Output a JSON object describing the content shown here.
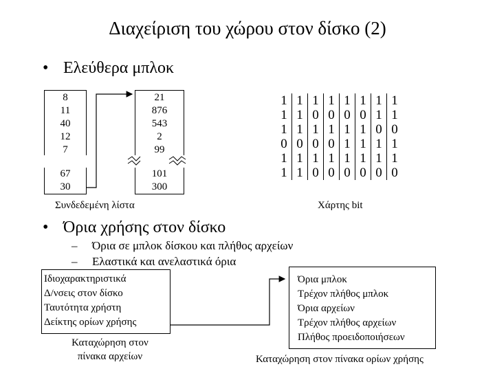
{
  "title": "Διαχείριση του χώρου στον δίσκο (2)",
  "bullets": {
    "free_blocks": "Ελεύθερα μπλοκ",
    "quotas": "Όρια χρήσης στον δίσκο"
  },
  "linked_list": {
    "block_a": [
      "8",
      "11",
      "40",
      "12",
      "7"
    ],
    "block_a_tail": [
      "67",
      "30"
    ],
    "block_b": [
      "21",
      "876",
      "543",
      "2",
      "99"
    ],
    "block_b_tail": [
      "101",
      "300"
    ],
    "caption": "Συνδεδεμένη λίστα"
  },
  "bitmap": {
    "rows": [
      [
        "1",
        "1",
        "1",
        "1",
        "1",
        "1",
        "1",
        "1"
      ],
      [
        "1",
        "1",
        "0",
        "0",
        "0",
        "0",
        "1",
        "1"
      ],
      [
        "1",
        "1",
        "1",
        "1",
        "1",
        "1",
        "0",
        "0"
      ],
      [
        "0",
        "0",
        "0",
        "0",
        "1",
        "1",
        "1",
        "1"
      ],
      [
        "1",
        "1",
        "1",
        "1",
        "1",
        "1",
        "1",
        "1"
      ],
      [
        "1",
        "1",
        "0",
        "0",
        "0",
        "0",
        "0",
        "0"
      ]
    ],
    "caption": "Χάρτης bit"
  },
  "sub_bullets": [
    "Όρια σε μπλοκ δίσκου και πλήθος αρχείων",
    "Ελαστικά και ανελαστικά όρια"
  ],
  "file_table_entry": {
    "fields": [
      "Ιδιοχαρακτηριστικά",
      "Δ/νσεις στον δίσκο",
      "Ταυτότητα χρήστη",
      "Δείκτης ορίων χρήσης"
    ],
    "caption_line1": "Καταχώρηση στον",
    "caption_line2": "πίνακα αρχείων"
  },
  "quota_entry": {
    "fields": [
      "Όρια μπλοκ",
      "Τρέχον πλήθος μπλοκ",
      "Όρια αρχείων",
      "Τρέχον πλήθος αρχείων",
      "Πλήθος προειδοποιήσεων"
    ],
    "caption": "Καταχώρηση στον πίνακα ορίων χρήσης"
  }
}
